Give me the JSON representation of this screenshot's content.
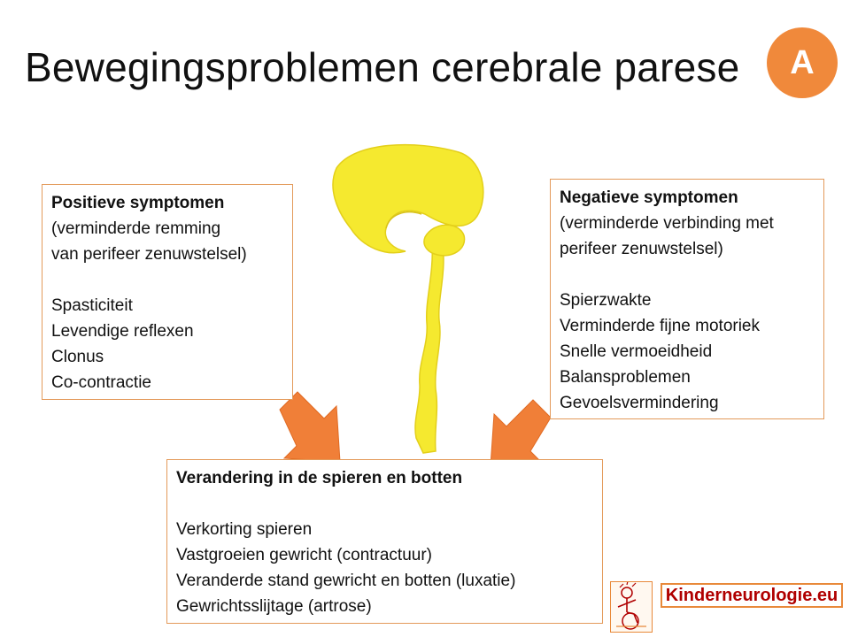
{
  "title": "Bewegingsproblemen cerebrale parese",
  "badge": {
    "label": "A",
    "color": "#f0893b"
  },
  "positive": {
    "heading": "Positieve symptomen",
    "subtitle": [
      "(verminderde remming",
      "van perifeer zenuwstelsel)"
    ],
    "items": [
      "Spasticiteit",
      "Levendige reflexen",
      "Clonus",
      "Co-contractie"
    ]
  },
  "negative": {
    "heading": "Negatieve symptomen",
    "subtitle": [
      "(verminderde verbinding met",
      "perifeer zenuwstelsel)"
    ],
    "items": [
      "Spierzwakte",
      "Verminderde fijne motoriek",
      "Snelle vermoeidheid",
      "Balansproblemen",
      "Gevoelsvermindering"
    ]
  },
  "bottom": {
    "heading": "Verandering in de spieren en botten",
    "items": [
      "Verkorting spieren",
      "Vastgroeien gewricht (contractuur)",
      "Veranderde stand gewricht en botten (luxatie)",
      "Gewrichtsslijtage (artrose)"
    ]
  },
  "logo": {
    "text": "Kinderneurologie.eu",
    "icon": "child-neurology-logo-icon"
  },
  "colors": {
    "border": "#e39a5a",
    "arrow": "#f07f38",
    "brain": "#f5e92f",
    "brain_stroke": "#e3cf1a",
    "logo_text": "#b00000"
  }
}
